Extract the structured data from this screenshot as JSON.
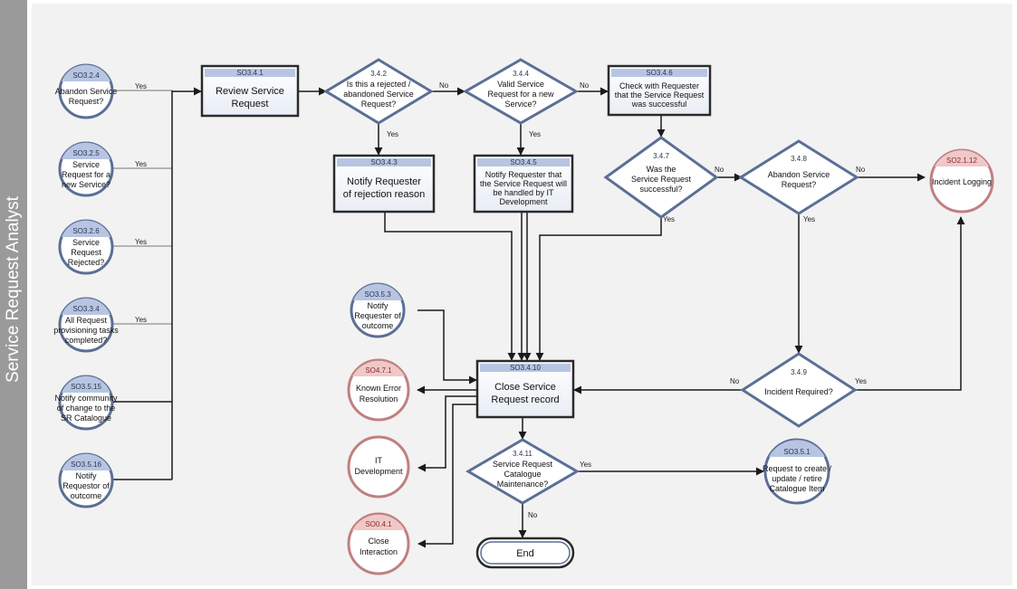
{
  "lane": {
    "label": "Service Request Analyst"
  },
  "yes": "Yes",
  "no": "No",
  "events": [
    {
      "id": "SO3.2.4",
      "lines": [
        "Abandon Service",
        "Request?"
      ]
    },
    {
      "id": "SO3.2.5",
      "lines": [
        "Service",
        "Request for a",
        "new Service?"
      ]
    },
    {
      "id": "SO3.2.6",
      "lines": [
        "Service",
        "Request",
        "Rejected?"
      ]
    },
    {
      "id": "SO3.3.4",
      "lines": [
        "All Request",
        "provisioning tasks",
        "completed?"
      ]
    },
    {
      "id": "SO3.5.15",
      "lines": [
        "Notify community",
        "of change to the",
        "SR Catalogue"
      ]
    },
    {
      "id": "SO3.5.16",
      "lines": [
        "Notify",
        "Requestor of",
        "outcome"
      ]
    },
    {
      "id": "SO3.5.3",
      "lines": [
        "Notify",
        "Requester of",
        "outcome"
      ]
    }
  ],
  "external": [
    {
      "id": "SO2.1.12",
      "lines": [
        "Incident Logging"
      ]
    },
    {
      "id": "SO4.7.1",
      "lines": [
        "Known Error",
        "Resolution"
      ]
    },
    {
      "id": "",
      "lines": [
        "IT",
        "Development"
      ]
    },
    {
      "id": "SO0.4.1",
      "lines": [
        "Close",
        "Interaction"
      ]
    }
  ],
  "out_event": {
    "id": "SO3.5.1",
    "lines": [
      "Request to create /",
      "update / retire",
      "Catalogue Item"
    ]
  },
  "processes": [
    {
      "id": "SO3.4.1",
      "lines": [
        "Review Service",
        "Request"
      ]
    },
    {
      "id": "SO3.4.3",
      "lines": [
        "Notify Requester",
        "of rejection reason"
      ]
    },
    {
      "id": "SO3.4.5",
      "lines": [
        "Notify Requester that",
        "the Service Request will",
        "be handled by IT",
        "Development"
      ]
    },
    {
      "id": "SO3.4.6",
      "lines": [
        "Check with Requester",
        "that the Service Request",
        "was successful"
      ]
    },
    {
      "id": "SO3.4.10",
      "lines": [
        "Close Service",
        "Request record"
      ]
    }
  ],
  "decisions": [
    {
      "id": "3.4.2",
      "lines": [
        "Is this a rejected /",
        "abandoned Service",
        "Request?"
      ]
    },
    {
      "id": "3.4.4",
      "lines": [
        "Valid Service",
        "Request for a new",
        "Service?"
      ]
    },
    {
      "id": "3.4.7",
      "lines": [
        "Was the",
        "Service Request",
        "successful?"
      ]
    },
    {
      "id": "3.4.8",
      "lines": [
        "Abandon Service",
        "Request?"
      ]
    },
    {
      "id": "3.4.9",
      "lines": [
        "Incident Required?"
      ]
    },
    {
      "id": "3.4.11",
      "lines": [
        "Service Request",
        "Catalogue",
        "Maintenance?"
      ]
    }
  ],
  "end": {
    "label": "End"
  }
}
